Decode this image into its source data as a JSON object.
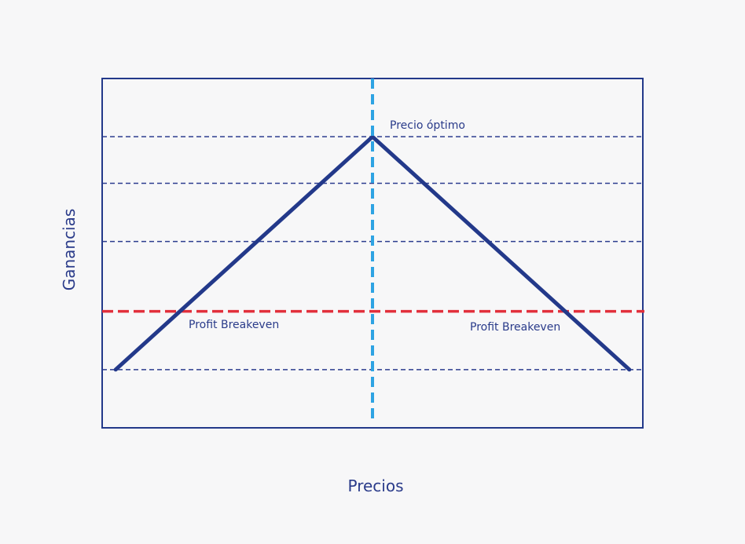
{
  "chart_data": {
    "type": "line",
    "title": "",
    "xlabel": "Precios",
    "ylabel": "Ganancias",
    "xlim": [
      0,
      10
    ],
    "ylim": [
      0,
      6
    ],
    "grid": true,
    "gridlines_y": [
      1,
      2,
      3.2,
      4.2,
      5
    ],
    "breakeven_y": 2,
    "optimal_x": 5,
    "series": [
      {
        "x": [
          0.25,
          5,
          9.75
        ],
        "y": [
          1,
          5,
          1
        ]
      }
    ],
    "annotations": {
      "optimal_label": "Precio óptimo",
      "breakeven_left_label": "Profit Breakeven",
      "breakeven_right_label": "Profit Breakeven"
    },
    "colors": {
      "line": "#23398a",
      "grid": "#2c3d8f",
      "breakeven": "#e2303c",
      "optimal": "#2ea3e3",
      "frame": "#23398a",
      "text": "#2a3b8a"
    }
  }
}
